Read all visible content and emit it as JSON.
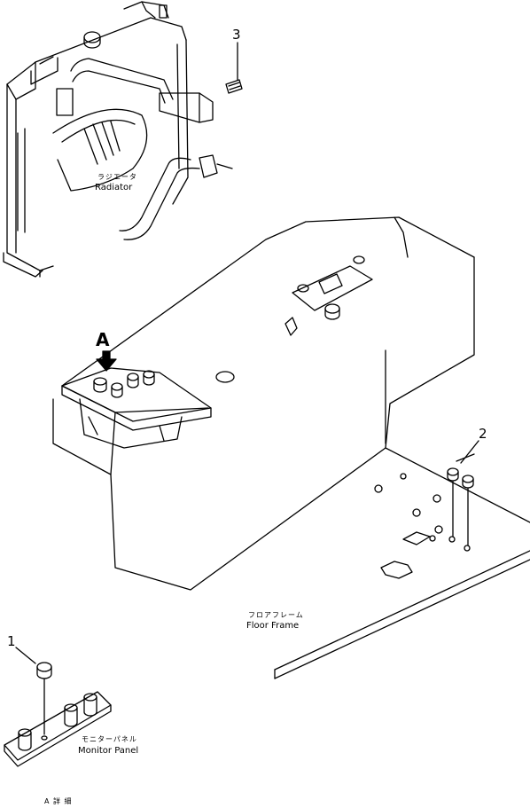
{
  "callouts": {
    "part_1": "1",
    "part_2": "2",
    "part_3": "3",
    "view_a": "A"
  },
  "labels": {
    "radiator_jp": "ラジエータ",
    "radiator_en": "Radiator",
    "floor_frame_jp": "フロアフレーム",
    "floor_frame_en": "Floor Frame",
    "monitor_panel_jp": "モニターパネル",
    "monitor_panel_en": "Monitor Panel",
    "detail_caption": "A 詳 細"
  },
  "colors": {
    "line": "#000000",
    "background": "#ffffff"
  }
}
